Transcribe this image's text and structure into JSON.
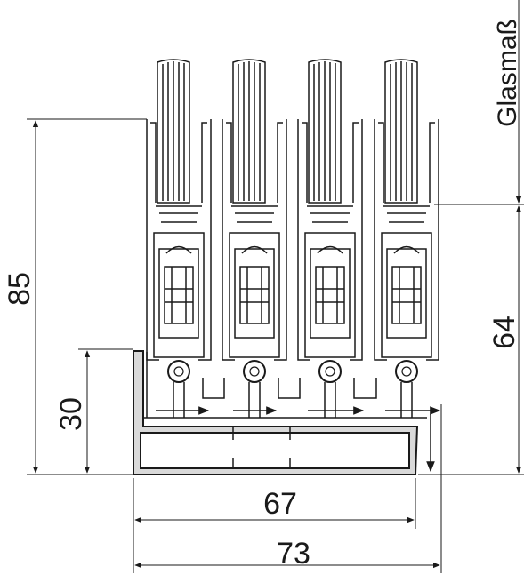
{
  "dimensions": {
    "height_total": "85",
    "height_sill": "30",
    "height_track": "64",
    "glass_label": "Glasmaß",
    "width_inner": "67",
    "width_outer": "73"
  },
  "panels": {
    "count": 4
  },
  "colors": {
    "line": "#1a1a1a",
    "profile_fill": "#d9d9d9",
    "background": "#ffffff"
  }
}
